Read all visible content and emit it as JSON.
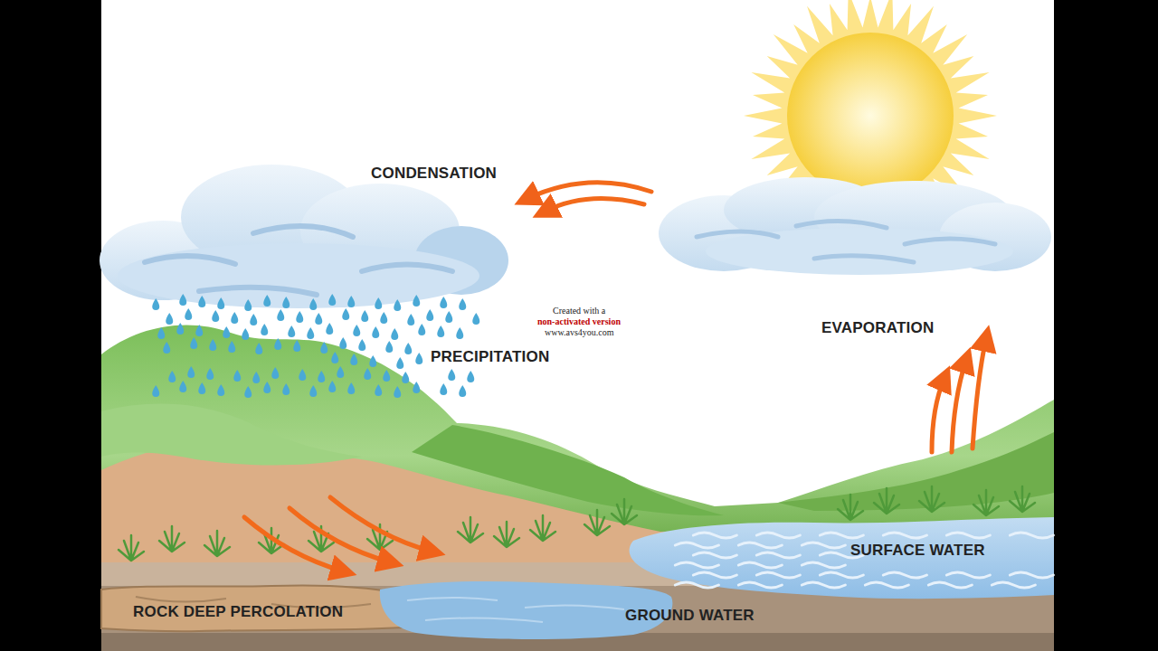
{
  "diagram": {
    "labels": [
      "CONDENSATION",
      "PRECIPITATION",
      "EVAPORATION",
      "SURFACE WATER",
      "ROCK DEEP PERCOLATION",
      "GROUND WATER",
      "Created with a",
      "non-activated version",
      "www.avs4you.com"
    ]
  }
}
